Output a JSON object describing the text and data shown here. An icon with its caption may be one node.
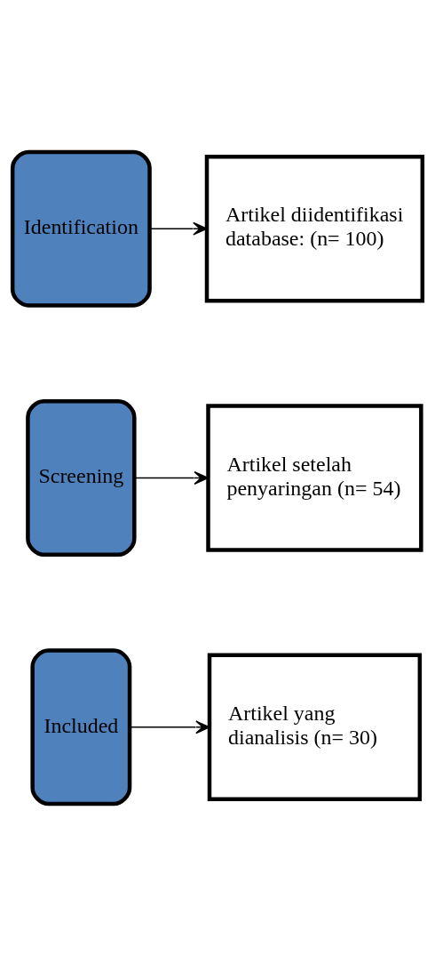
{
  "diagram": {
    "nodes": [
      {
        "text": [
          "Identification"
        ]
      },
      {
        "text": [
          "Artikel diidentifikasi database: (n= 100)"
        ]
      },
      {
        "text": [
          "Screening"
        ]
      },
      {
        "text": [
          "Artikel setelah penyaringan (n= 54)"
        ]
      },
      {
        "text": [
          "Included"
        ]
      },
      {
        "text": [
          "Artikel yang dianalisis (n= 30)"
        ]
      }
    ],
    "edges": [
      {
        "from": 0,
        "to": 1,
        "arrow": "to"
      },
      {
        "from": 2,
        "to": 3,
        "arrow": "to"
      },
      {
        "from": 4,
        "to": 5,
        "arrow": "to"
      }
    ]
  }
}
